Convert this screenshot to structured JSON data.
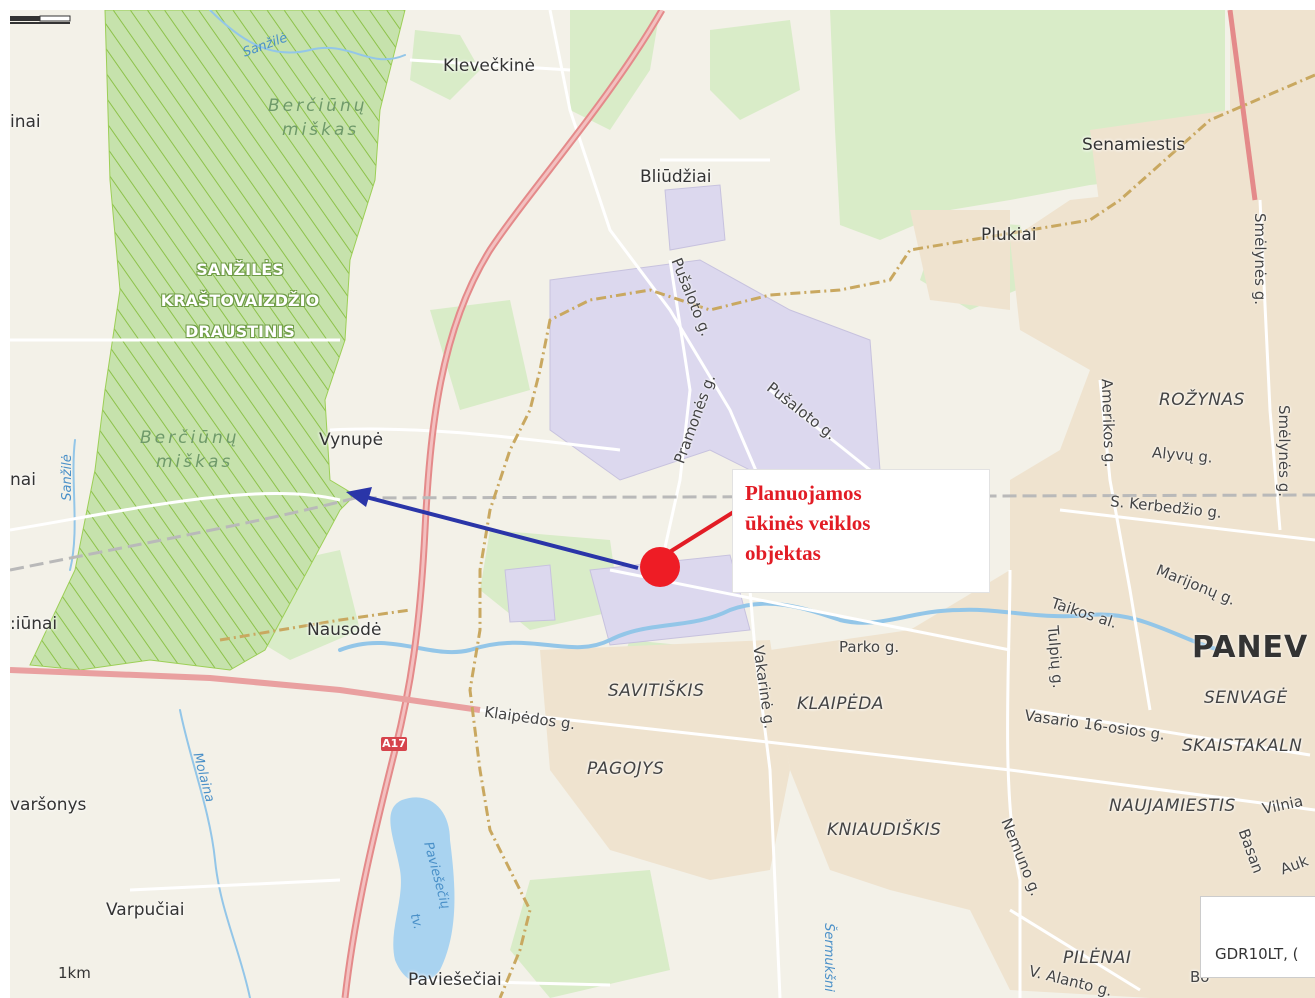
{
  "places": {
    "kleveckine": "Klevečkinė",
    "bliudziai": "Bliūdžiai",
    "senamiestis": "Senamiestis",
    "plukiai": "Plukiai",
    "vynupe": "Vynupė",
    "nausode": "Nausodė",
    "varpuciai": "Varpučiai",
    "paviesečiai": "Paviešečiai",
    "inai": "inai",
    "nai": "nai",
    "ciunai": ":iūnai",
    "varsonys": "varšonys",
    "city": "PANEV"
  },
  "districts": {
    "rozynas": "ROŽYNAS",
    "savitiskis": "SAVITIŠKIS",
    "klaipeda": "KLAIPĖDA",
    "pagojys": "PAGOJYS",
    "kniaudiskis": "KNIAUDIŠKIS",
    "naujamiestis": "NAUJAMIESTIS",
    "senvage": "SENVAGĖ",
    "skaistakalnis": "SKAISTAKALN",
    "pilenai": "PILĖNAI"
  },
  "streets": {
    "pusaloto1": "Pušaloto g.",
    "pusaloto2": "Pušaloto g.",
    "pramones": "Pramonės g.",
    "klaipedos": "Klaipėdos g.",
    "vakarine": "Vakarinė g.",
    "parko": "Parko g.",
    "taikos": "Taikos al.",
    "marijonu": "Marijonų g.",
    "tulpiu": "Tulpių g.",
    "vasario": "Vasario 16-osios g.",
    "kerbedzio": "S. Kerbedžio g.",
    "alyvu": "Alyvų g.",
    "amerikos": "Amerikos g.",
    "smelynes1": "Smėlynės g.",
    "smelynes2": "Smėlynės g.",
    "nemuno": "Nemuno g.",
    "alanto": "V. Alanto g.",
    "vilniaus": "Vilnia",
    "basan": "Basan",
    "auk": "Auk",
    "bo": "Bo",
    "sermukšniu": "Šermukšni"
  },
  "nature": {
    "forest_top_1": "Berčiūnų",
    "forest_top_2": "miškas",
    "forest_mid_1": "Berčiūnų",
    "forest_mid_2": "miškas",
    "river_sanzile_top": "Sanžilė",
    "river_sanzile_left": "Sanžilė",
    "river_molaina": "Molaina",
    "lake_paviesečiu_1": "Paviešečių",
    "lake_paviesečiu_2": "tv.",
    "reserve_line1": "SANŽILĖS",
    "reserve_line2": "KRAŠTOVAIZDŽIO",
    "reserve_line3": "DRAUSTINIS"
  },
  "annotation": {
    "text": "Planuojamos\nūkinės veiklos\nobjektas",
    "color": "#e21c25",
    "arrow_color": "#2a35a8"
  },
  "road_shield": "A17",
  "scale": {
    "label": "1km"
  },
  "crs": "GDR10LT, ("
}
